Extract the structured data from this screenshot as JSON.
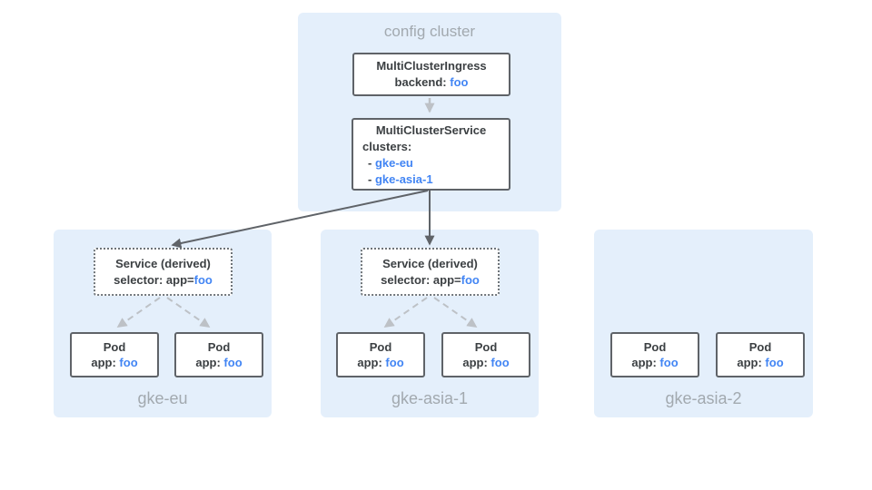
{
  "config_cluster": {
    "label": "config cluster",
    "ingress_box": {
      "title": "MultiClusterIngress",
      "backend_label": "backend:",
      "backend_value": "foo"
    },
    "service_box": {
      "title": "MultiClusterService",
      "subtitle": "clusters:",
      "items": [
        {
          "bullet": "-",
          "name": "gke-eu"
        },
        {
          "bullet": "-",
          "name": "gke-asia-1"
        }
      ]
    }
  },
  "clusters": [
    {
      "name": "gke-eu",
      "service": {
        "title": "Service (derived)",
        "selector_label": "selector: app=",
        "selector_value": "foo"
      },
      "pods": [
        {
          "title": "Pod",
          "app_label": "app:",
          "app_value": "foo"
        },
        {
          "title": "Pod",
          "app_label": "app:",
          "app_value": "foo"
        }
      ]
    },
    {
      "name": "gke-asia-1",
      "service": {
        "title": "Service (derived)",
        "selector_label": "selector: app=",
        "selector_value": "foo"
      },
      "pods": [
        {
          "title": "Pod",
          "app_label": "app:",
          "app_value": "foo"
        },
        {
          "title": "Pod",
          "app_label": "app:",
          "app_value": "foo"
        }
      ]
    },
    {
      "name": "gke-asia-2",
      "service": null,
      "pods": [
        {
          "title": "Pod",
          "app_label": "app:",
          "app_value": "foo"
        },
        {
          "title": "Pod",
          "app_label": "app:",
          "app_value": "foo"
        }
      ]
    }
  ],
  "colors": {
    "region_bg": "#E4EFFB",
    "box_border": "#5F6368",
    "text_dark": "#3C4043",
    "accent_blue": "#4285F4",
    "label_gray": "#A2A9AF",
    "arrow_dark": "#5F6368",
    "arrow_light": "#BDC1C6"
  }
}
